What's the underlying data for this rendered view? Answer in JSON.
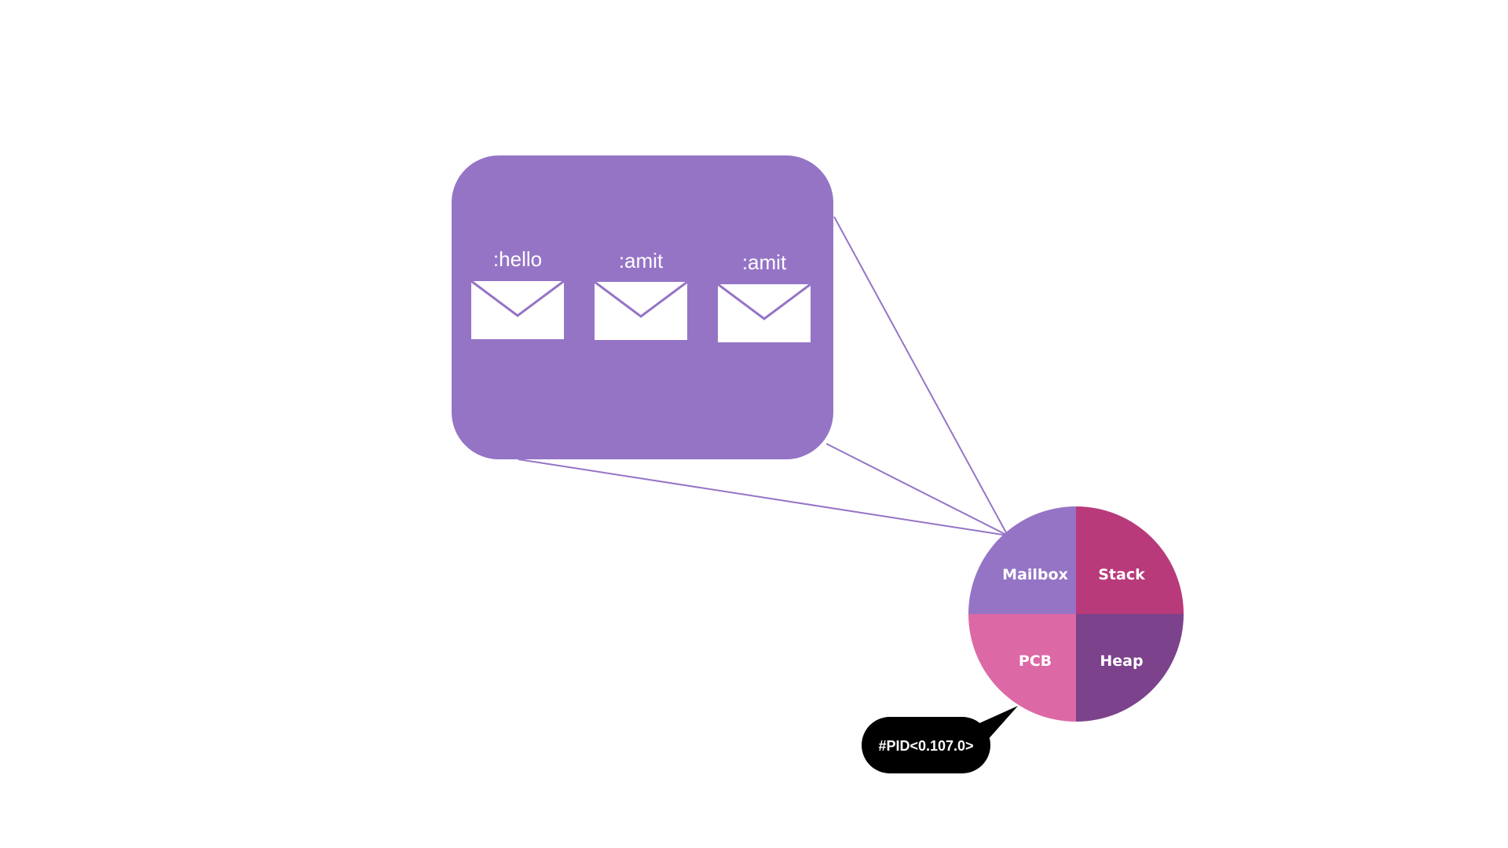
{
  "colors": {
    "mailbox_bg": "#9574c6",
    "connector": "#9574c6",
    "envelope": "#ffffff",
    "envelope_stroke": "#9574c6",
    "mailbox_quadrant": "#9574c6",
    "stack_quadrant": "#b83a7a",
    "pcb_quadrant": "#dd68a6",
    "heap_quadrant": "#7c428b",
    "pid_bubble": "#000000"
  },
  "mailbox": {
    "messages": [
      {
        "label": ":hello",
        "icon": "envelope-icon"
      },
      {
        "label": ":amit",
        "icon": "envelope-icon"
      },
      {
        "label": ":amit",
        "icon": "envelope-icon"
      }
    ]
  },
  "process": {
    "quadrants": {
      "mailbox": "Mailbox",
      "stack": "Stack",
      "pcb": "PCB",
      "heap": "Heap"
    },
    "pid": "#PID<0.107.0>"
  }
}
